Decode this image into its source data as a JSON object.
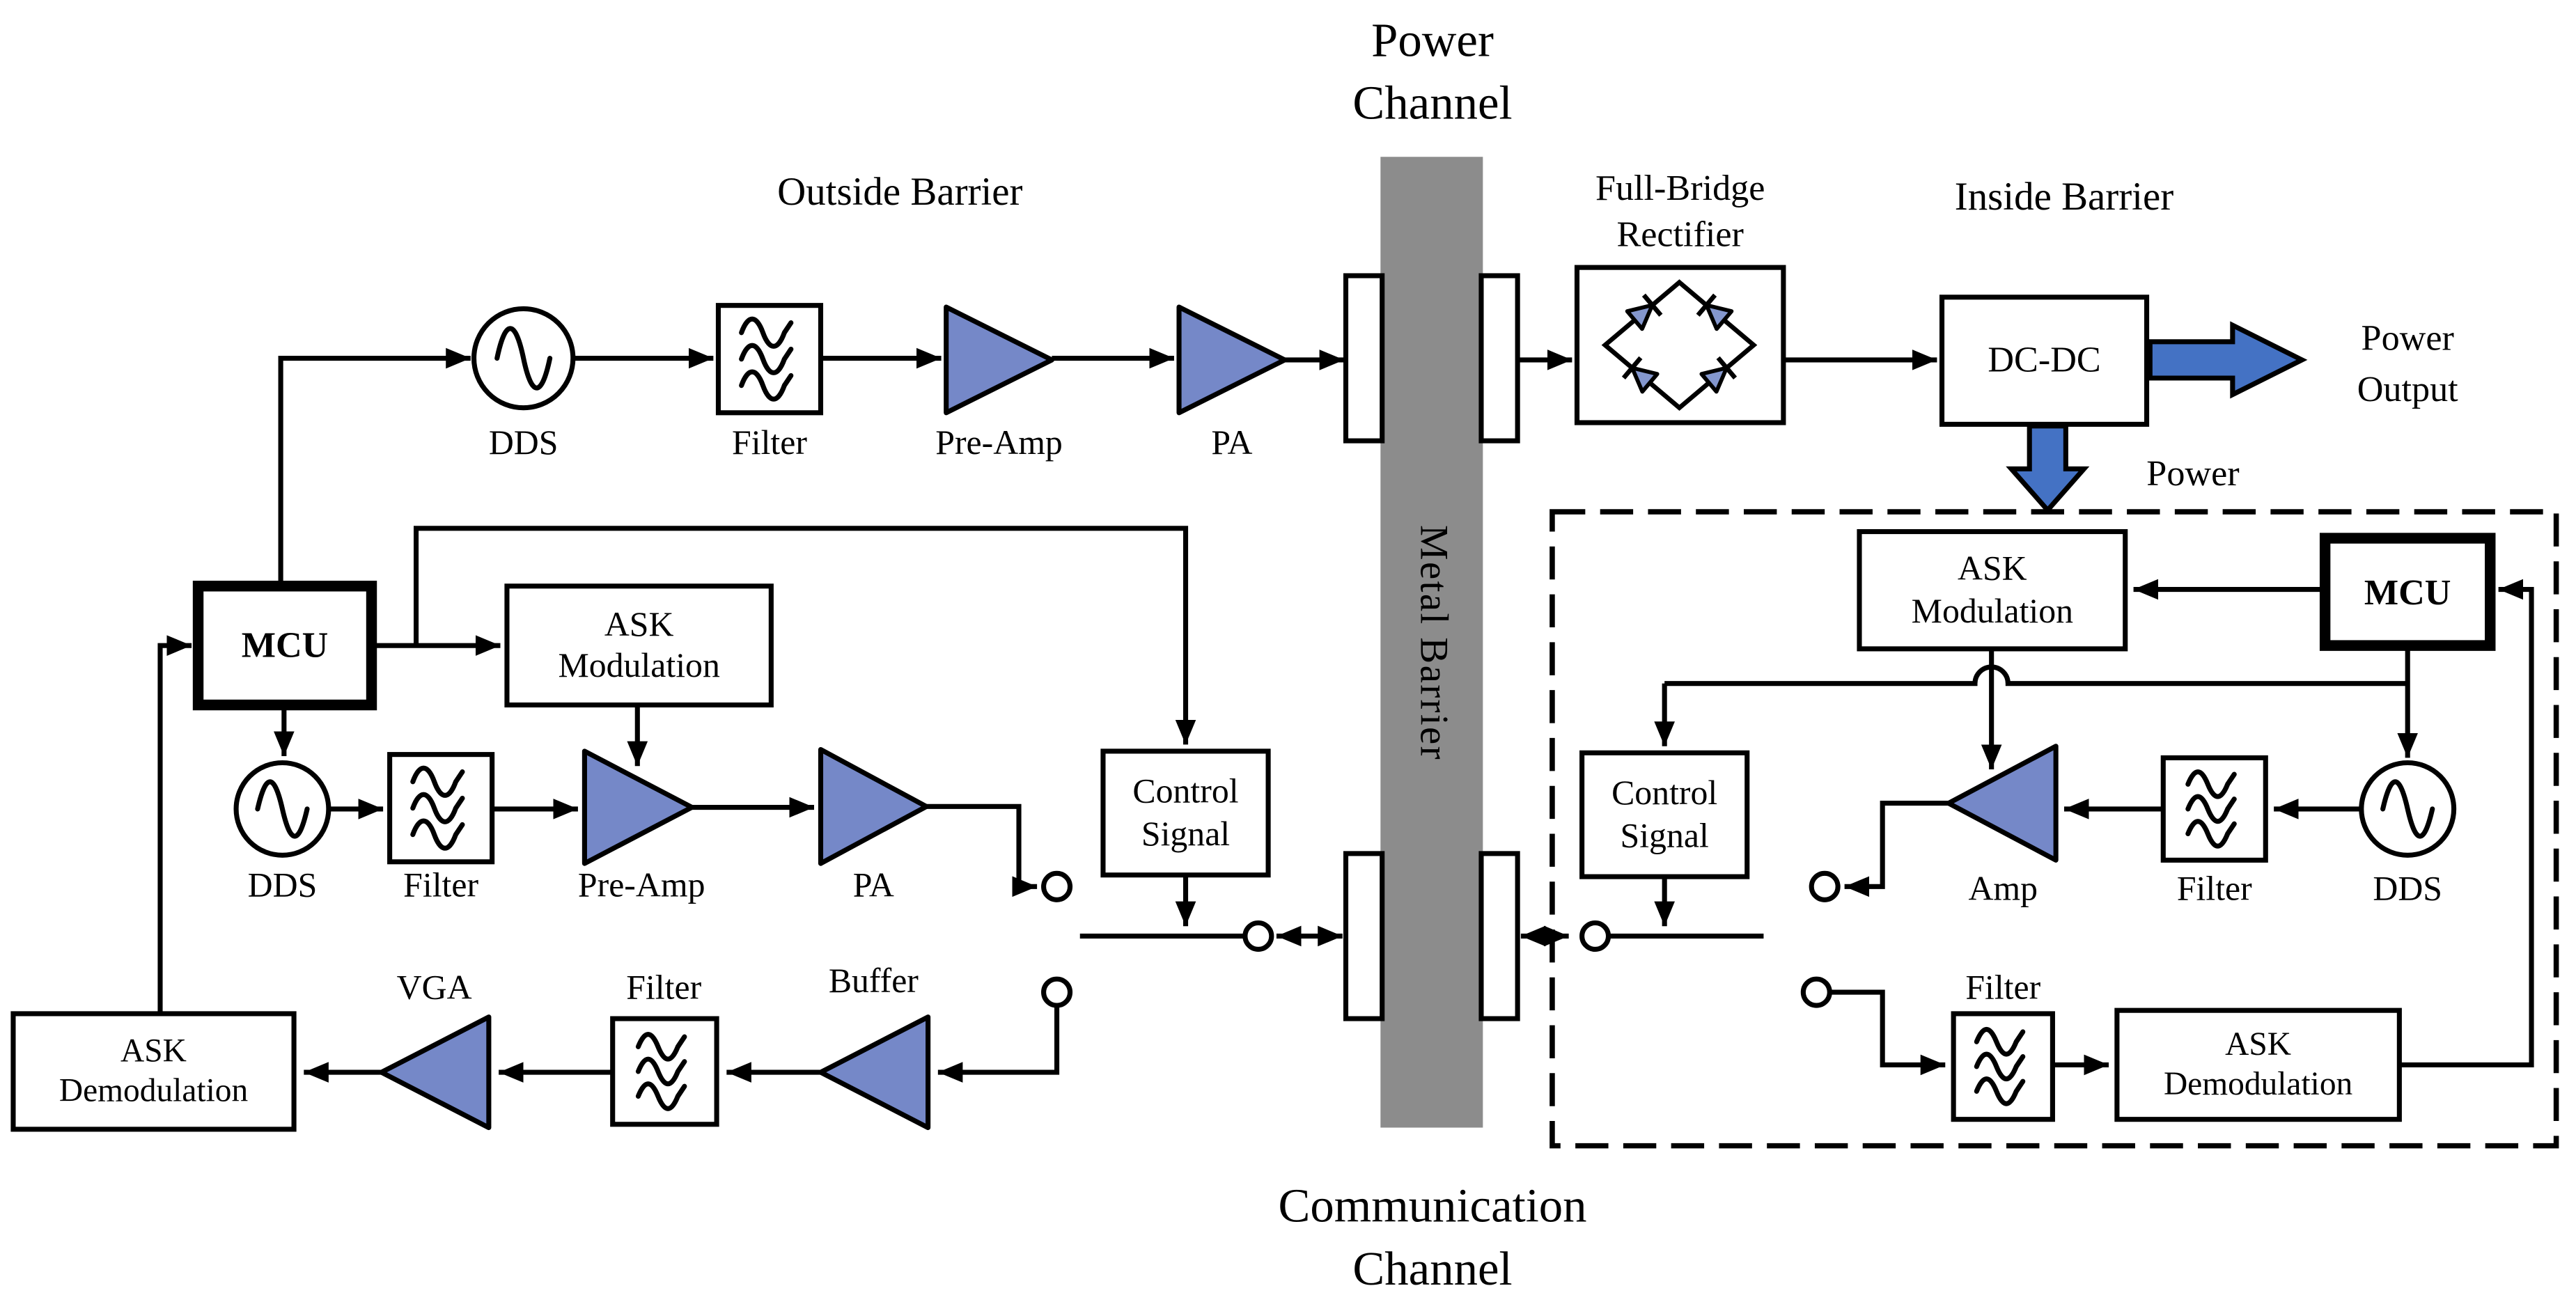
{
  "diagram": {
    "channels": {
      "power_line1": "Power",
      "power_line2": "Channel",
      "comm_line1": "Communication",
      "comm_line2": "Channel"
    },
    "regions": {
      "outside": "Outside Barrier",
      "inside": "Inside Barrier",
      "barrier": "Metal Barrier"
    },
    "power_tx": {
      "dds": "DDS",
      "filter": "Filter",
      "preamp": "Pre-Amp",
      "pa": "PA"
    },
    "power_rx": {
      "rectifier_line1": "Full-Bridge",
      "rectifier_line2": "Rectifier",
      "dcdc": "DC-DC",
      "output_line1": "Power",
      "output_line2": "Output",
      "feed": "Power"
    },
    "outside_comm": {
      "mcu": "MCU",
      "askmod_line1": "ASK",
      "askmod_line2": "Modulation",
      "dds": "DDS",
      "filter_tx": "Filter",
      "preamp": "Pre-Amp",
      "pa": "PA",
      "control_line1": "Control",
      "control_line2": "Signal",
      "askdemod_line1": "ASK",
      "askdemod_line2": "Demodulation",
      "vga": "VGA",
      "filter_rx": "Filter",
      "buffer": "Buffer"
    },
    "inside_comm": {
      "mcu": "MCU",
      "askmod_line1": "ASK",
      "askmod_line2": "Modulation",
      "control_line1": "Control",
      "control_line2": "Signal",
      "amp": "Amp",
      "filter_tx": "Filter",
      "dds": "DDS",
      "filter_rx": "Filter",
      "askdemod_line1": "ASK",
      "askdemod_line2": "Demodulation"
    },
    "colors": {
      "amp_fill": "#7588C8",
      "power_arrow_fill": "#4472C4",
      "barrier_fill": "#8C8C8C",
      "diode_fill": "#8497CE"
    }
  }
}
